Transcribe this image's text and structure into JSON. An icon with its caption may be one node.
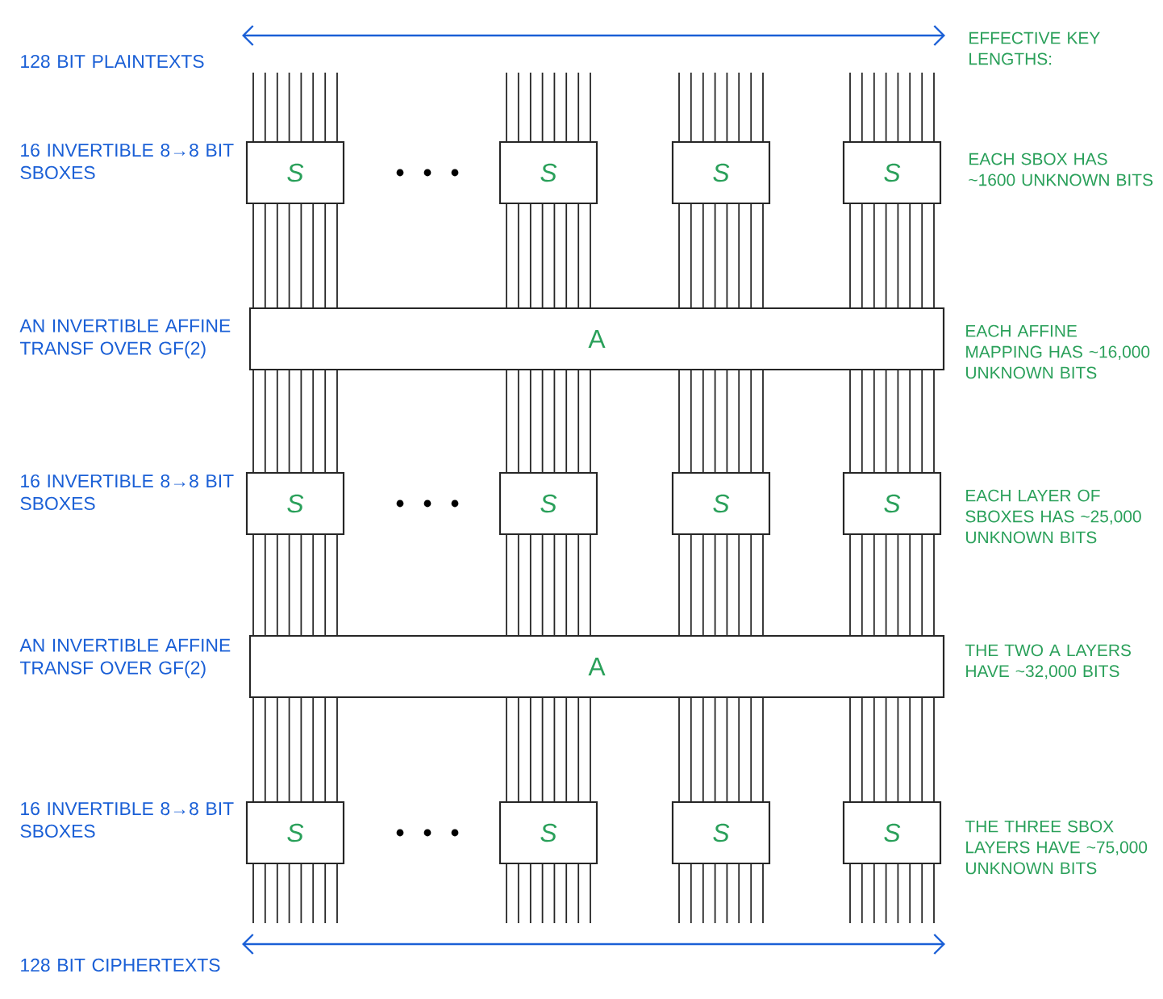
{
  "diagram": {
    "nodes": [
      {
        "text": [
          "S"
        ]
      },
      {
        "text": [
          "S"
        ]
      },
      {
        "text": [
          "S"
        ]
      },
      {
        "text": [
          "S"
        ]
      },
      {
        "text": [
          "A"
        ]
      },
      {
        "text": [
          "S"
        ]
      },
      {
        "text": [
          "S"
        ]
      },
      {
        "text": [
          "S"
        ]
      },
      {
        "text": [
          "S"
        ]
      },
      {
        "text": [
          "A"
        ]
      },
      {
        "text": [
          "S"
        ]
      },
      {
        "text": [
          "S"
        ]
      },
      {
        "text": [
          "S"
        ]
      },
      {
        "text": [
          "S"
        ]
      }
    ],
    "edges": [
      {
        "from": null,
        "to": 0,
        "arrow": "none"
      },
      {
        "from": null,
        "to": 1,
        "arrow": "none"
      },
      {
        "from": null,
        "to": 2,
        "arrow": "none"
      },
      {
        "from": null,
        "to": 3,
        "arrow": "none"
      },
      {
        "from": 0,
        "to": 4,
        "arrow": "none"
      },
      {
        "from": 1,
        "to": 4,
        "arrow": "none"
      },
      {
        "from": 2,
        "to": 4,
        "arrow": "none"
      },
      {
        "from": 3,
        "to": 4,
        "arrow": "none"
      },
      {
        "from": 4,
        "to": 5,
        "arrow": "none"
      },
      {
        "from": 4,
        "to": 6,
        "arrow": "none"
      },
      {
        "from": 4,
        "to": 7,
        "arrow": "none"
      },
      {
        "from": 4,
        "to": 8,
        "arrow": "none"
      },
      {
        "from": 5,
        "to": 9,
        "arrow": "none"
      },
      {
        "from": 6,
        "to": 9,
        "arrow": "none"
      },
      {
        "from": 7,
        "to": 9,
        "arrow": "none"
      },
      {
        "from": 8,
        "to": 9,
        "arrow": "none"
      },
      {
        "from": 9,
        "to": 10,
        "arrow": "none"
      },
      {
        "from": 9,
        "to": 11,
        "arrow": "none"
      },
      {
        "from": 9,
        "to": 12,
        "arrow": "none"
      },
      {
        "from": 9,
        "to": 13,
        "arrow": "none"
      },
      {
        "from": 10,
        "to": null,
        "arrow": "none"
      },
      {
        "from": 11,
        "to": null,
        "arrow": "none"
      },
      {
        "from": 12,
        "to": null,
        "arrow": "none"
      },
      {
        "from": 13,
        "to": null,
        "arrow": "none"
      }
    ],
    "labels": [
      "128 BIT PLAINTEXTS",
      "EFFECTIVE KEY LENGTHS:",
      "16 INVERTIBLE 8→8 BIT SBOXES",
      "EACH SBOX HAS ~1600 UNKNOWN BITS",
      "AN INVERTIBLE AFFINE TRANSF OVER GF(2)",
      "EACH AFFINE MAPPING HAS ~16,000 UNKNOWN BITS",
      "16 INVERTIBLE 8→8 BIT SBOXES",
      "EACH LAYER OF SBOXES HAS ~25,000 UNKNOWN BITS",
      "AN INVERTIBLE AFFINE TRANSF OVER GF(2)",
      "THE TWO A LAYERS HAVE ~32,000 BITS",
      "16 INVERTIBLE 8→8 BIT SBOXES",
      "THE THREE SBOX LAYERS HAVE ~75,000 UNKNOWN BITS",
      "128 BIT CIPHERTEXTS"
    ]
  }
}
